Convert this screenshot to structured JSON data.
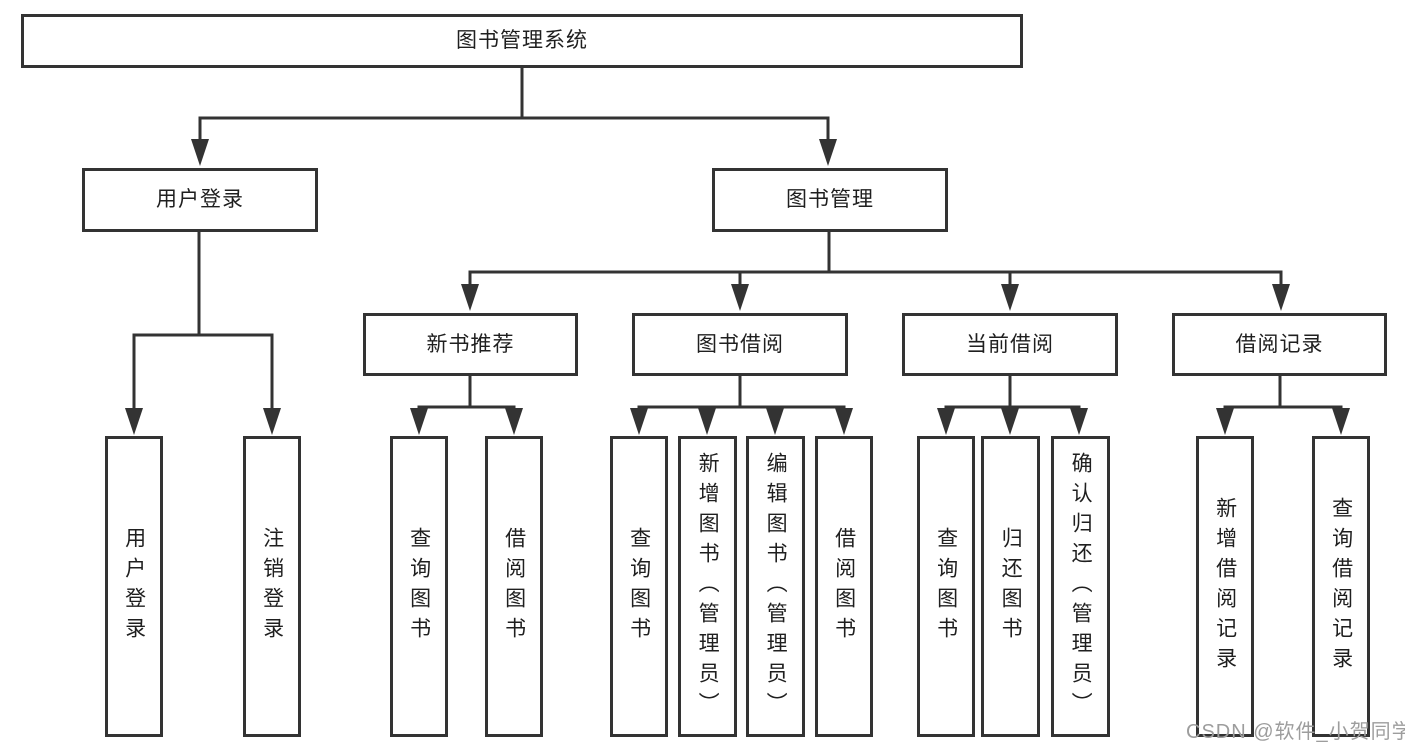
{
  "diagram_title": "图书管理系统",
  "tree": {
    "root": {
      "label": "图书管理系统",
      "children": [
        {
          "label": "用户登录",
          "children": [
            {
              "label": "用户登录"
            },
            {
              "label": "注销登录"
            }
          ]
        },
        {
          "label": "图书管理",
          "children": [
            {
              "label": "新书推荐",
              "children": [
                {
                  "label": "查询图书"
                },
                {
                  "label": "借阅图书"
                }
              ]
            },
            {
              "label": "图书借阅",
              "children": [
                {
                  "label": "查询图书"
                },
                {
                  "label": "新增图书（管理员）"
                },
                {
                  "label": "编辑图书（管理员）"
                },
                {
                  "label": "借阅图书"
                }
              ]
            },
            {
              "label": "当前借阅",
              "children": [
                {
                  "label": "查询图书"
                },
                {
                  "label": "归还图书"
                },
                {
                  "label": "确认归还（管理员）"
                }
              ]
            },
            {
              "label": "借阅记录",
              "children": [
                {
                  "label": "新增借阅记录"
                },
                {
                  "label": "查询借阅记录"
                }
              ]
            }
          ]
        }
      ]
    }
  },
  "watermark": {
    "text": "CSDN @软件_小贺同学"
  },
  "colors": {
    "line": "#333333",
    "box_border": "#333333",
    "text": "#1f1f1f",
    "watermark": "#9d9d9d",
    "background": "#ffffff"
  }
}
